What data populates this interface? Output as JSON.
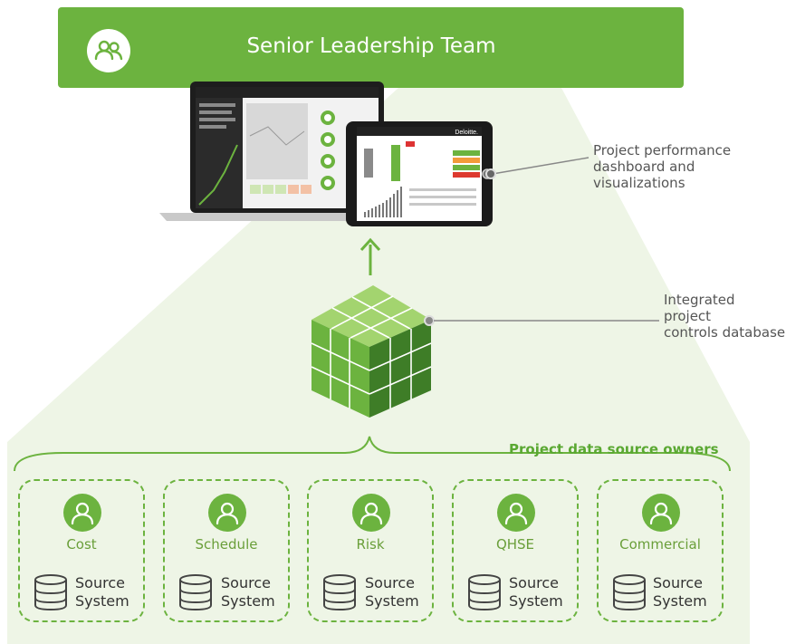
{
  "banner": {
    "title": "Senior Leadership Team",
    "icon": "people-icon"
  },
  "callouts": {
    "dashboard": [
      "Project performance",
      "dashboard and",
      "visualizations"
    ],
    "database": [
      "Integrated project",
      "controls database"
    ]
  },
  "owners_label": "Project data source owners",
  "owners": [
    {
      "label": "Cost",
      "source_line1": "Source",
      "source_line2": "System"
    },
    {
      "label": "Schedule",
      "source_line1": "Source",
      "source_line2": "System"
    },
    {
      "label": "Risk",
      "source_line1": "Source",
      "source_line2": "System"
    },
    {
      "label": "QHSE",
      "source_line1": "Source",
      "source_line2": "System"
    },
    {
      "label": "Commercial",
      "source_line1": "Source",
      "source_line2": "System"
    }
  ],
  "devices": {
    "brand": "Deloitte."
  },
  "colors": {
    "primary_green": "#6cb33f",
    "light_green_bg": "#eef5e6",
    "dark_green": "#3e7d27"
  }
}
